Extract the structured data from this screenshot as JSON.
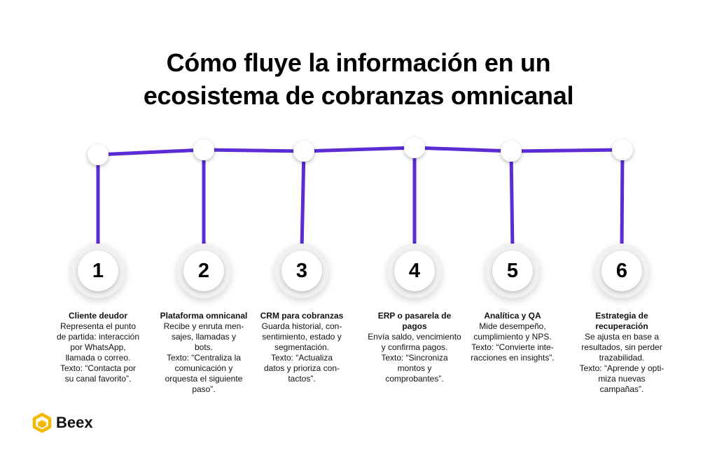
{
  "title": {
    "line1": "Cómo fluye la información en un",
    "line2": "ecosistema de cobranzas omnicanal"
  },
  "colors": {
    "line": "#5b2bd6",
    "logo": "#f5b800"
  },
  "steps": [
    {
      "number": "1",
      "heading": "Cliente deudor",
      "body": "Representa el punto\nde partida: interacción\npor WhatsApp,\nllamada o correo.\nTexto: “Contacta por\nsu canal favorito”."
    },
    {
      "number": "2",
      "heading": "Plataforma omnicanal",
      "body": "Recibe y enruta men-\nsajes, llamadas y\nbots.\nTexto: “Centraliza la\ncomunicación y\norquesta el siguiente\npaso”."
    },
    {
      "number": "3",
      "heading": "CRM para cobranzas",
      "body": "Guarda historial, con-\nsentimiento, estado y\nsegmentación.\nTexto: “Actualiza\ndatos y prioriza con-\ntactos”."
    },
    {
      "number": "4",
      "heading": "ERP o pasarela de pagos",
      "body": "Envía saldo, vencimiento\ny confirma pagos.\nTexto: “Sincroniza\nmontos y\ncomprobantes”."
    },
    {
      "number": "5",
      "heading": "Analítica y QA",
      "body": "Mide desempeño,\ncumplimiento y NPS.\nTexto: “Convierte inte-\nracciones en insights”."
    },
    {
      "number": "6",
      "heading": "Estrategia de\nrecuperación",
      "body": "Se ajusta en base a\nresultados, sin perder\ntrazabilidad.\nTexto: “Aprende y opti-\nmiza nuevas\ncampañas”."
    }
  ],
  "logo": {
    "name": "Beex",
    "icon": "hexagon-logo-icon"
  }
}
